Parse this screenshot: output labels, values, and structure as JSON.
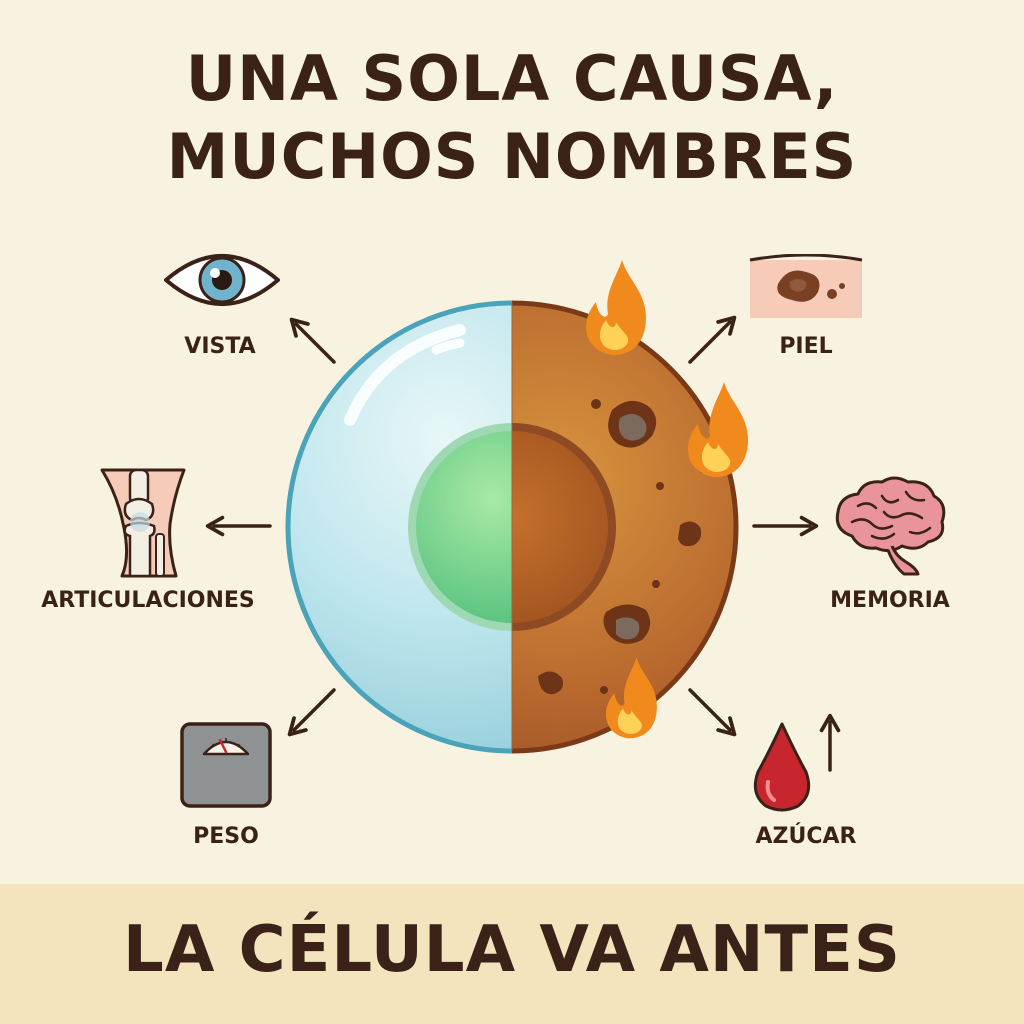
{
  "title": {
    "line1": "UNA SOLA CAUSA,",
    "line2": "MUCHOS NOMBRES"
  },
  "labels": {
    "vista": "VISTA",
    "piel": "PIEL",
    "articulaciones": "ARTICULACIONES",
    "memoria": "MEMORIA",
    "peso": "PESO",
    "azucar": "AZÚCAR"
  },
  "footer": {
    "text": "LA CÉLULA VA ANTES"
  },
  "icons": {
    "vista": "eye-icon",
    "piel": "skin-spot-icon",
    "articulaciones": "knee-joint-icon",
    "memoria": "brain-icon",
    "peso": "scale-icon",
    "azucar": "blood-drop-icon"
  },
  "colors": {
    "background": "#f8f3e1",
    "text": "#3a2218",
    "healthy_cell": "#bfe6ee",
    "damaged_cell": "#b8682e",
    "flame": "#f08a1c",
    "blood": "#c8262e",
    "footer_band": "#f3e4be"
  }
}
